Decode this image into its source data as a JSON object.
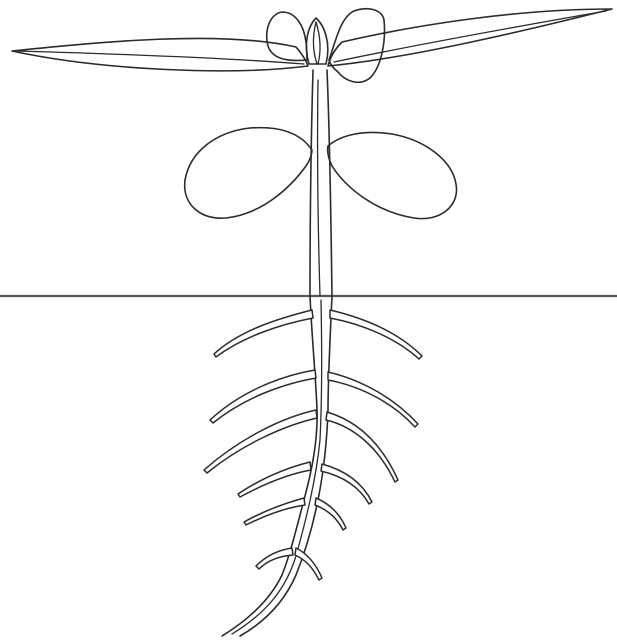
{
  "figure": {
    "subject": "seedling-with-fibrous-root-system",
    "soil_line": true,
    "leaves": {
      "true_leaves": 4,
      "cotyledons": 2
    },
    "root_branches": 12
  },
  "colors": {
    "background": "#ffffff",
    "line": "#2b2b2b",
    "soil_line": "#555555"
  }
}
